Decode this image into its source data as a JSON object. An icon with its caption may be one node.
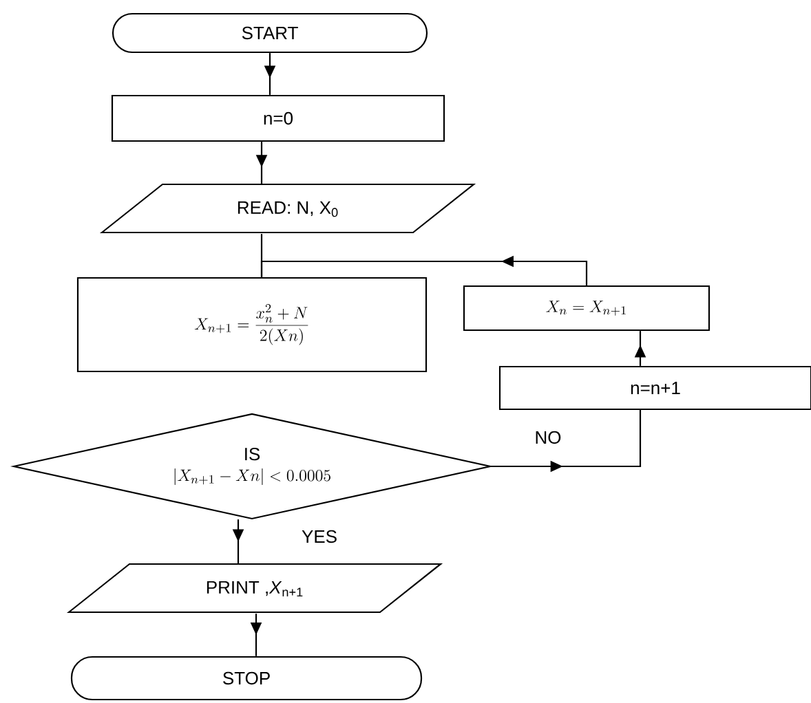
{
  "diagram": {
    "nodes": [
      {
        "text": [
          "START"
        ]
      },
      {
        "text": [
          "n=0"
        ]
      },
      {
        "text": [
          "READ: N,   X$_{0}$"
        ]
      },
      {
        "text": [
          "X_{n+1} = \\frac{x_n^2 + N}{2(Xn)}"
        ]
      },
      {
        "text": [
          "X_{n} = X_{n+1}"
        ]
      },
      {
        "text": [
          "n=n+1"
        ]
      },
      {
        "text": [
          "IS",
          "\\left|X_{n+1} - Xn\\right| < 0.0005"
        ]
      },
      {
        "text": [
          "PRINT ,*X*$_{n+1}$"
        ]
      },
      {
        "text": [
          "STOP"
        ]
      }
    ],
    "edges": [
      {
        "from": 0,
        "to": 1,
        "arrow": "to"
      },
      {
        "from": 1,
        "to": 2,
        "arrow": "to"
      },
      {
        "from": 2,
        "to": 3,
        "arrow": "none"
      },
      {
        "from": 4,
        "to": 3,
        "arrow": "to"
      },
      {
        "from": 5,
        "to": 4,
        "arrow": "to"
      },
      {
        "from": 6,
        "to": 5,
        "arrow": "to",
        "label": "NO"
      },
      {
        "from": 6,
        "to": 7,
        "arrow": "to",
        "label": "YES"
      },
      {
        "from": 7,
        "to": 8,
        "arrow": "to"
      }
    ]
  }
}
